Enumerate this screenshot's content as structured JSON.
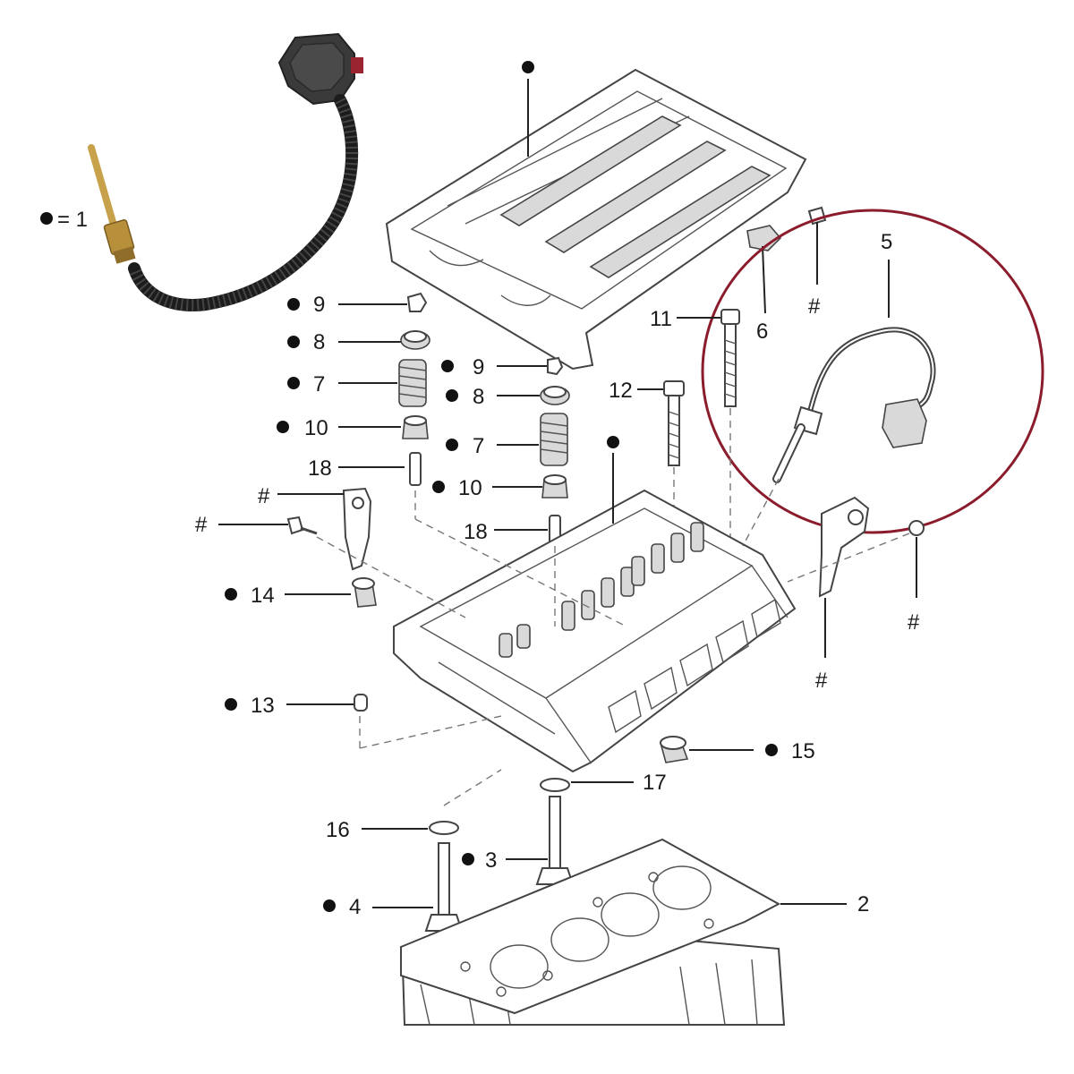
{
  "legend": {
    "dot_eq": "= 1"
  },
  "labels": {
    "l9a": "9",
    "l8a": "8",
    "l7a": "7",
    "l10a": "10",
    "l18a": "18",
    "l9b": "9",
    "l8b": "8",
    "l7b": "7",
    "l10b": "10",
    "l18b": "18",
    "l11": "11",
    "l12": "12",
    "l6": "6",
    "l5": "5",
    "l14": "14",
    "l13": "13",
    "l15": "15",
    "l16": "16",
    "l17": "17",
    "l3": "3",
    "l4": "4",
    "l2": "2",
    "h1": "#",
    "h2": "#",
    "h3": "#",
    "h4": "#",
    "h5": "#"
  },
  "colors": {
    "highlight_circle": "#8b1c2c",
    "sensor_brass": "#c8a24a",
    "cable": "#1c1c1c",
    "connector": "#3a3a3a"
  }
}
